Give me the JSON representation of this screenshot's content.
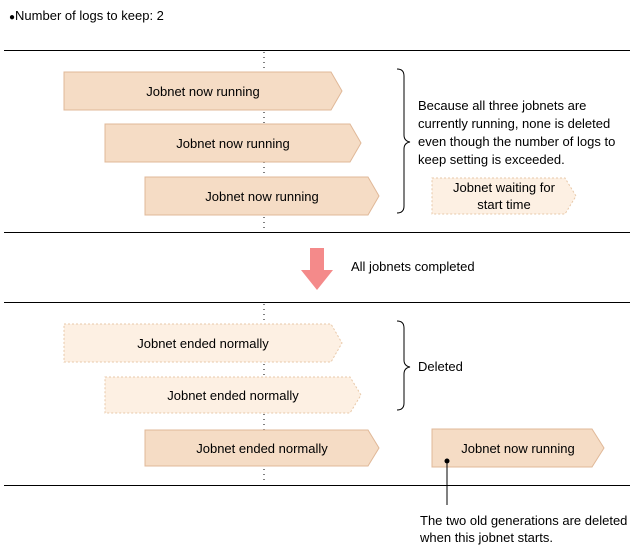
{
  "header": {
    "bullet": "●",
    "text": "Number of logs to keep: 2"
  },
  "section1": {
    "shapes": [
      "Jobnet now running",
      "Jobnet now running",
      "Jobnet now running"
    ],
    "brace_note": [
      "Because all three jobnets are",
      "currently running, none is deleted",
      "even though the number of logs to",
      "keep setting is exceeded."
    ],
    "waiting_shape": [
      "Jobnet waiting for",
      "start time"
    ]
  },
  "transition": {
    "text": "All jobnets completed"
  },
  "section2": {
    "shapes": [
      "Jobnet ended normally",
      "Jobnet ended normally",
      "Jobnet ended normally"
    ],
    "brace_note": "Deleted",
    "running_shape": "Jobnet now running",
    "callout": [
      "The two old generations are deleted",
      "when this jobnet starts."
    ]
  },
  "colors": {
    "solid_fill": "#f5dcc5",
    "solid_stroke": "#e0b898",
    "light_fill": "#fdf0e3",
    "light_stroke": "#e8c8a8",
    "arrow": "#f48a8a"
  }
}
